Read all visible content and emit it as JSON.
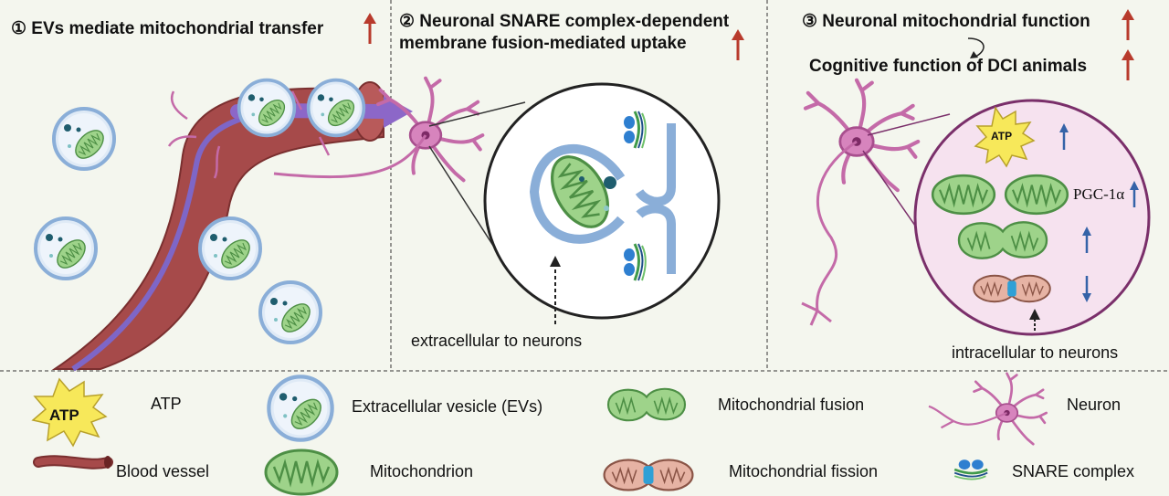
{
  "panels": {
    "p1": {
      "title": "① EVs mediate mitochondrial transfer"
    },
    "p2": {
      "title_line1": "② Neuronal SNARE complex-dependent",
      "title_line2": "membrane fusion-mediated uptake",
      "note": "extracellular  to neurons"
    },
    "p3": {
      "title_line1": "③ Neuronal mitochondrial function",
      "title_line2": "Cognitive function of DCI animals",
      "atp": "ATP",
      "pgc": "PGC-1α",
      "note": "intracellular  to neurons"
    }
  },
  "legend": {
    "atp_icon": "ATP",
    "atp": "ATP",
    "ev": "Extracellular vesicle (EVs)",
    "fusion": "Mitochondrial fusion",
    "neuron": "Neuron",
    "vessel": "Blood vessel",
    "mito": "Mitochondrion",
    "fission": "Mitochondrial fission",
    "snare": "SNARE complex"
  },
  "colors": {
    "up_arrow": "#b83a2c",
    "blue_arrow": "#3563a8",
    "mito_green": "#8cc97a",
    "vessel": "#a64a4a",
    "neuron": "#c46aa8"
  }
}
